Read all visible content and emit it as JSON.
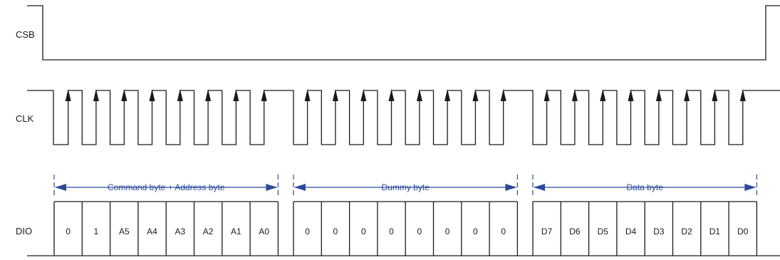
{
  "signals": {
    "csb": "CSB",
    "clk": "CLK",
    "dio": "DIO"
  },
  "spans": [
    {
      "label": "Command byte + Address byte"
    },
    {
      "label": "Dummy byte"
    },
    {
      "label": "Data byte"
    }
  ],
  "bytes": [
    {
      "bits": [
        "0",
        "1",
        "A5",
        "A4",
        "A3",
        "A2",
        "A1",
        "A0"
      ]
    },
    {
      "bits": [
        "0",
        "0",
        "0",
        "0",
        "0",
        "0",
        "0",
        "0"
      ]
    },
    {
      "bits": [
        "D7",
        "D6",
        "D5",
        "D4",
        "D3",
        "D2",
        "D1",
        "D0"
      ]
    }
  ],
  "colors": {
    "line": "#1a1a1a",
    "annotation": "#2a4a9a"
  }
}
